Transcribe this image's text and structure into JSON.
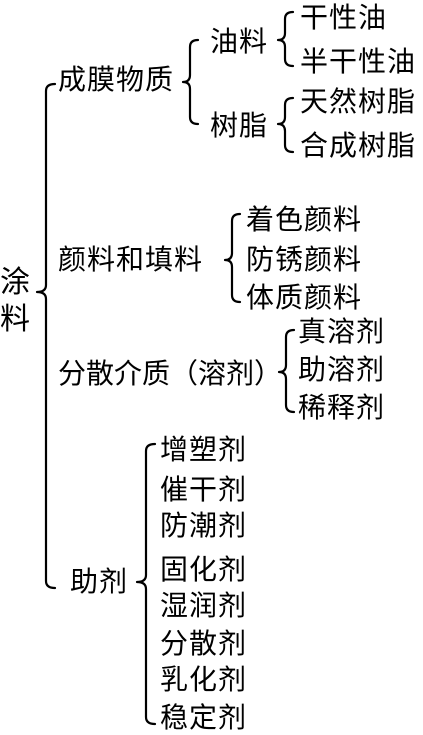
{
  "root": {
    "chars": [
      "涂",
      "料"
    ]
  },
  "categories": [
    {
      "label": "成膜物质",
      "subcategories": [
        {
          "label": "油料",
          "items": [
            "干性油",
            "半干性油"
          ]
        },
        {
          "label": "树脂",
          "items": [
            "天然树脂",
            "合成树脂"
          ]
        }
      ]
    },
    {
      "label": "颜料和填料",
      "items": [
        "着色颜料",
        "防锈颜料",
        "体质颜料"
      ]
    },
    {
      "label": "分散介质（溶剂）",
      "items": [
        "真溶剂",
        "助溶剂",
        "稀释剂"
      ]
    },
    {
      "label": "助剂",
      "items": [
        "增塑剂",
        "催干剂",
        "防潮剂",
        "固化剂",
        "湿润剂",
        "分散剂",
        "乳化剂",
        "稳定剂"
      ]
    }
  ]
}
